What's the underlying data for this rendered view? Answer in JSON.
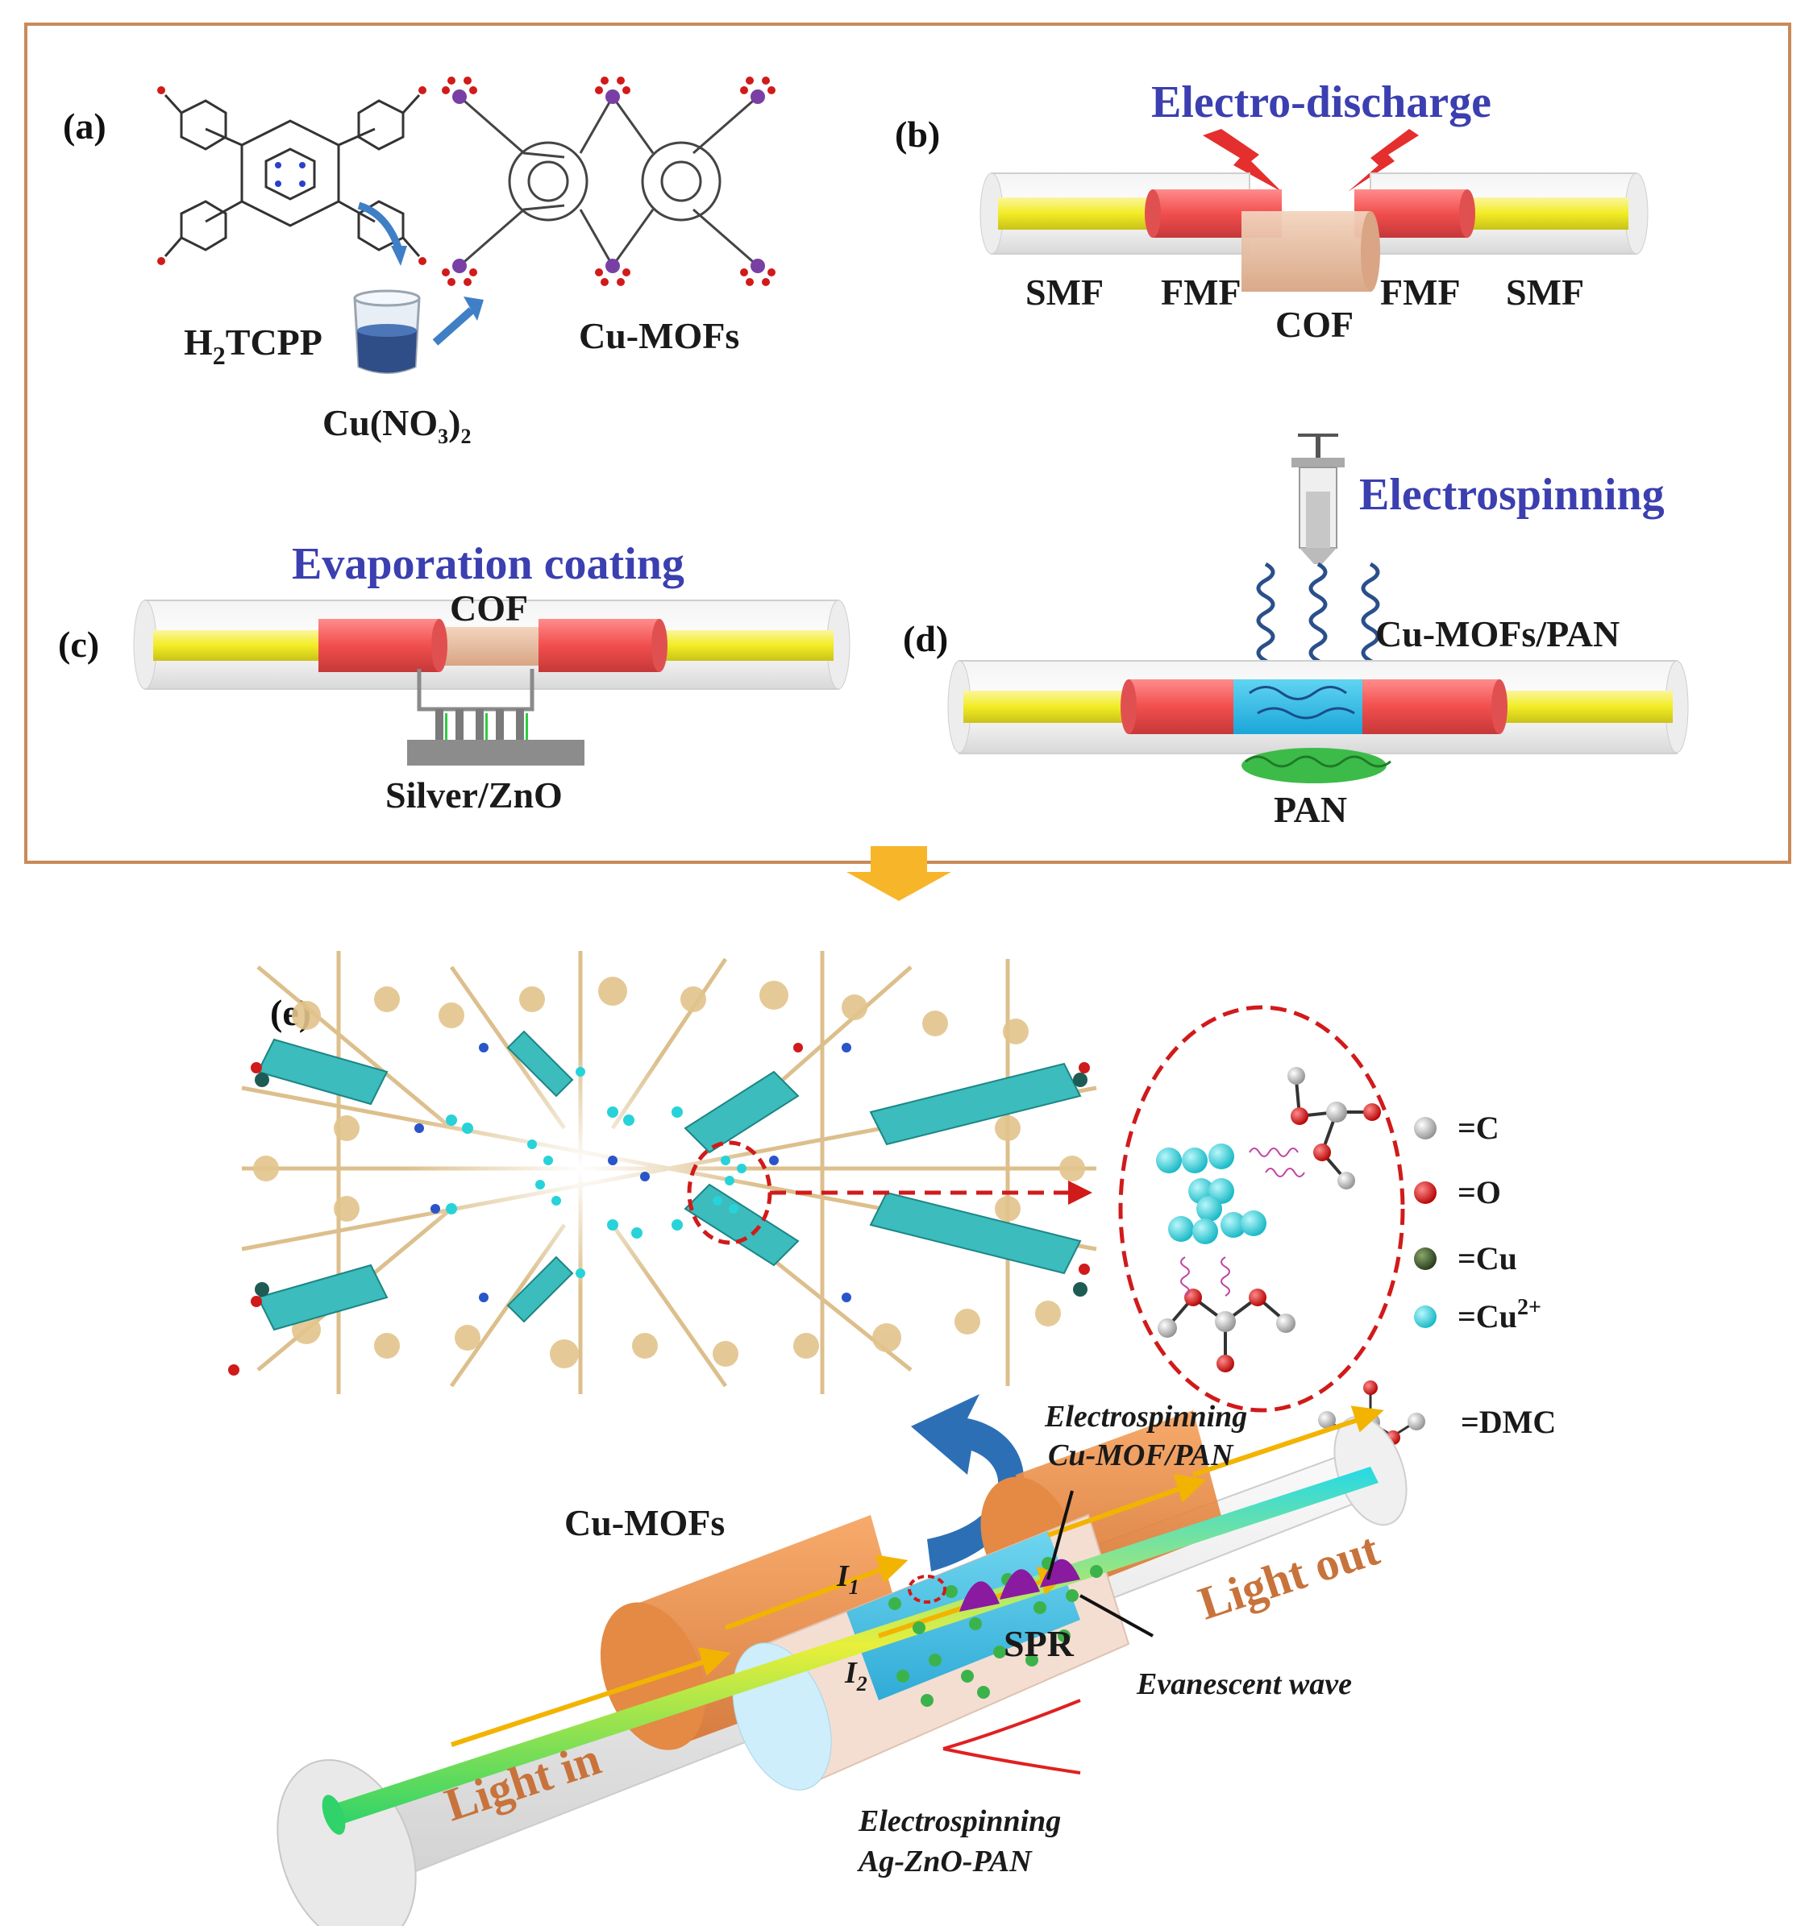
{
  "panel_a": {
    "label": "(a)",
    "reagent_main": "H",
    "reagent_sub": "2",
    "reagent_tail": "TCPP",
    "salt_main": "Cu(NO",
    "salt_sub1": "3",
    "salt_close": ")",
    "salt_sub2": "2",
    "product": "Cu-MOFs"
  },
  "panel_b": {
    "label": "(b)",
    "title": "Electro-discharge",
    "fiber_labels": [
      "SMF",
      "FMF",
      "COF",
      "FMF",
      "SMF"
    ]
  },
  "panel_c": {
    "label": "(c)",
    "title": "Evaporation coating",
    "cof": "COF",
    "source": "Silver/ZnO"
  },
  "panel_d": {
    "label": "(d)",
    "title": "Electrospinning",
    "fiber_top": "Cu-MOFs/PAN",
    "fiber_bottom": "PAN"
  },
  "panel_e": {
    "label": "(e)",
    "structure_label": "Cu-MOFs",
    "legend": [
      {
        "symbol": "=C",
        "color": "#c9c9c9"
      },
      {
        "symbol": "=O",
        "color": "#d11a1a"
      },
      {
        "symbol": "=Cu",
        "color": "#3d5a2a"
      },
      {
        "symbol": "=Cu",
        "sup": "2+",
        "color": "#27d3d8"
      }
    ],
    "dmc_label": "=DMC",
    "electrospin_top_1": "Electrospinning",
    "electrospin_top_2": "Cu-MOF/PAN",
    "i1_main": "I",
    "i1_sub": "1",
    "i2_main": "I",
    "i2_sub": "2",
    "spr": "SPR",
    "evanescent": "Evanescent wave",
    "light_in": "Light in",
    "light_out": "Light out",
    "electrospin_bottom_1": "Electrospinning",
    "electrospin_bottom_2": "Ag-ZnO-PAN"
  },
  "colors": {
    "frame": "#c98a58",
    "core": "#f4ef2c",
    "fmf": "#f25a5a",
    "cof": "#e9b999",
    "teal": "#3cbcbc",
    "arrow_down": "#f7b52a"
  }
}
